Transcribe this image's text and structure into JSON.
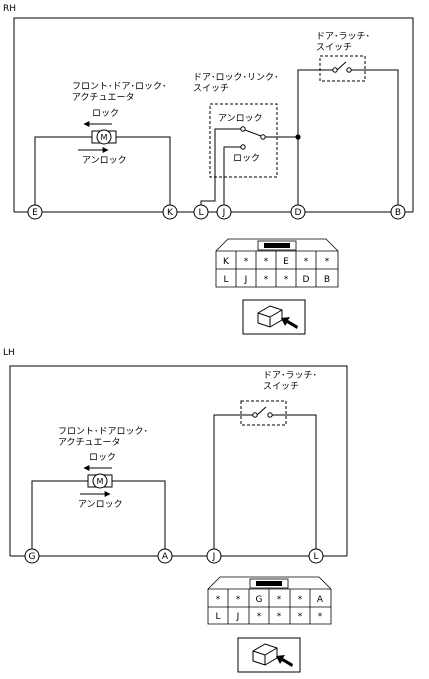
{
  "rh": {
    "section_label": "RH",
    "door_latch_switch": [
      "ドア･ラッチ･",
      "スイッチ"
    ],
    "door_lock_link_switch": [
      "ドア･ロック･リンク･",
      "スイッチ"
    ],
    "front_actuator": [
      "フロント･ドア･ロック･",
      "アクチュエータ"
    ],
    "actuator_lock": "ロック",
    "actuator_unlock": "アンロック",
    "motor_symbol": "M",
    "link_unlock": "アンロック",
    "link_lock": "ロック",
    "terminals": [
      "E",
      "K",
      "L",
      "J",
      "D",
      "B"
    ],
    "connector_rows": [
      [
        "K",
        "*",
        "*",
        "E",
        "*",
        "*"
      ],
      [
        "L",
        "J",
        "*",
        "*",
        "D",
        "B"
      ]
    ]
  },
  "lh": {
    "section_label": "LH",
    "door_latch_switch": [
      "ドア･ラッチ･",
      "スイッチ"
    ],
    "front_actuator": [
      "フロント･ドアロック･",
      "アクチュエータ"
    ],
    "actuator_lock": "ロック",
    "actuator_unlock": "アンロック",
    "motor_symbol": "M",
    "terminals": [
      "G",
      "A",
      "J",
      "L"
    ],
    "connector_rows": [
      [
        "*",
        "*",
        "G",
        "*",
        "*",
        "A"
      ],
      [
        "L",
        "J",
        "*",
        "*",
        "*",
        "*"
      ]
    ]
  }
}
